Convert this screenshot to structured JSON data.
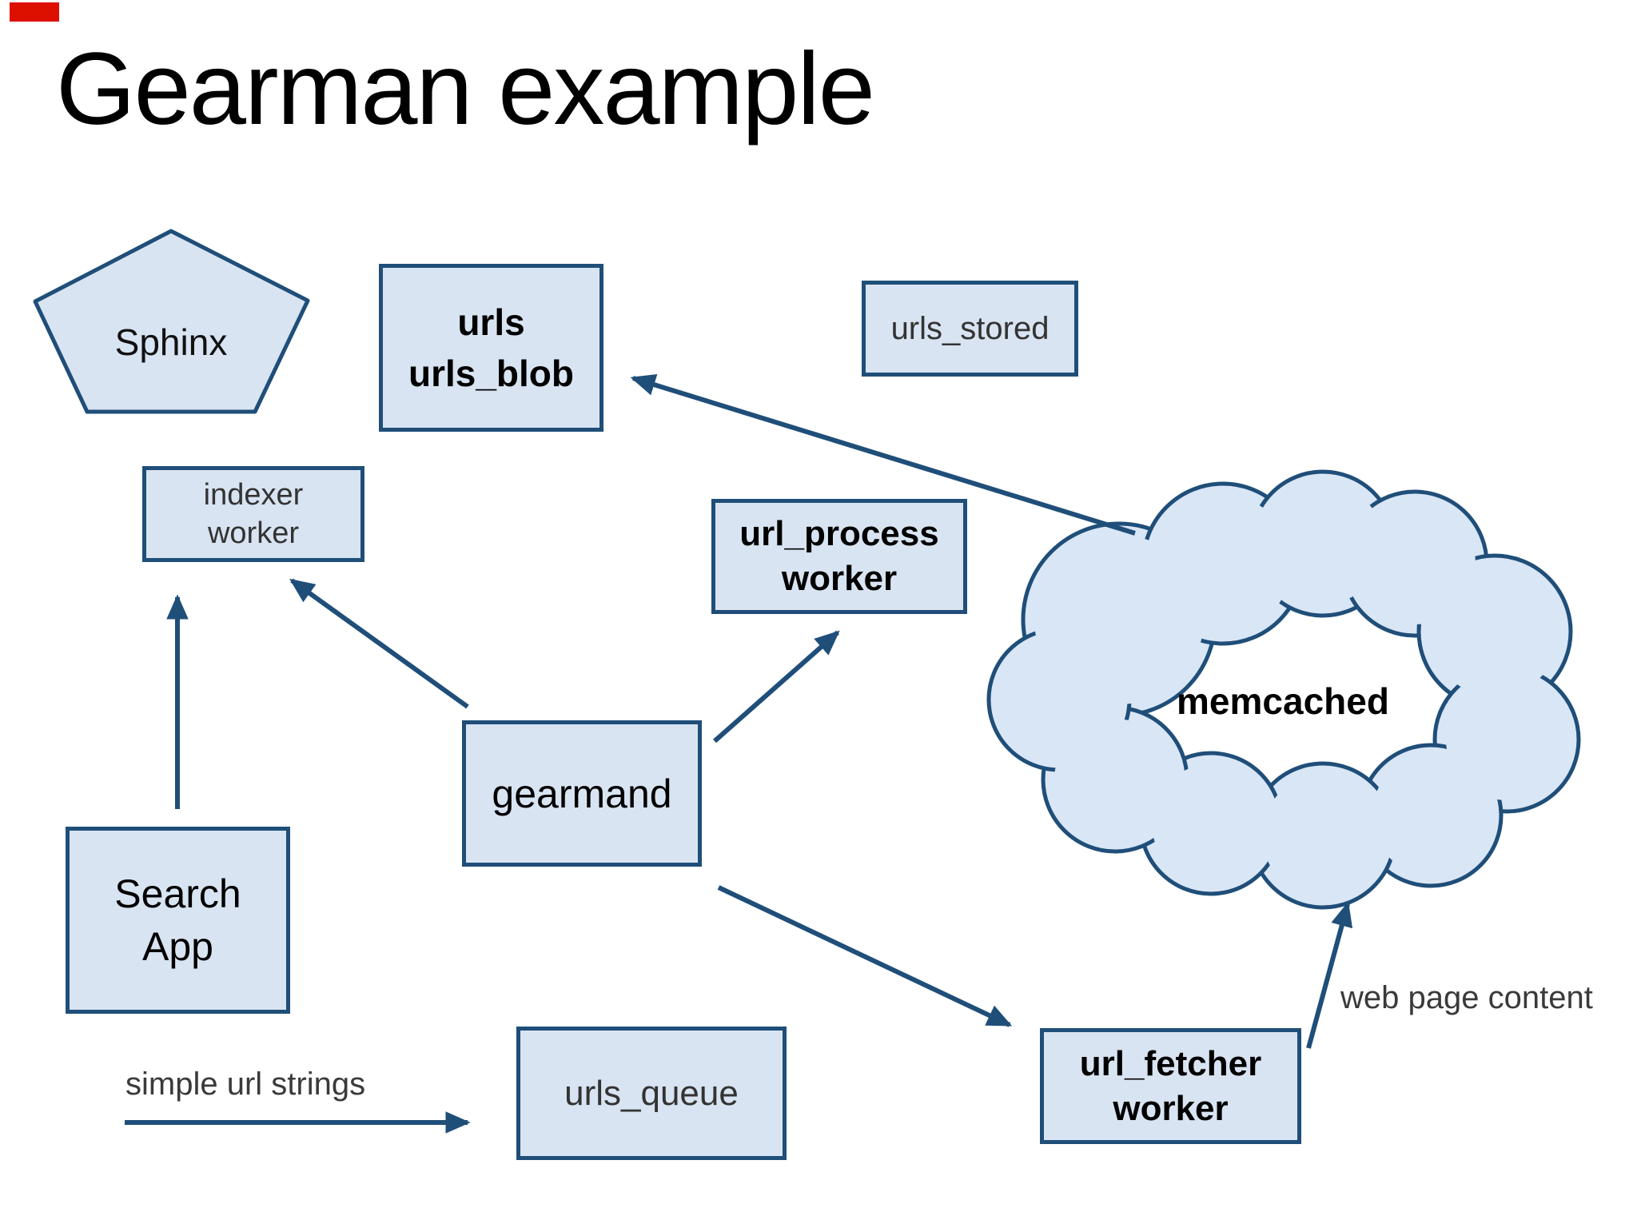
{
  "slide": {
    "title": "Gearman example"
  },
  "indicator": {
    "name": "recording-indicator",
    "color": "#dd1000"
  },
  "colors": {
    "background": "#ffffff",
    "shape_fill": "#d9e4f2",
    "cloud_fill": "#d9e6f6",
    "shape_border": "#1f4e79",
    "arrow": "#1f4e79",
    "black_text": "#000000",
    "gray_text": "#333333"
  },
  "nodes": {
    "sphinx": {
      "label": "Sphinx",
      "shape": "pentagon"
    },
    "urls_blob": {
      "line1": "urls",
      "line2": "urls_blob",
      "shape": "rect"
    },
    "urls_stored": {
      "label": "urls_stored",
      "shape": "rect"
    },
    "indexer_worker": {
      "line1": "indexer",
      "line2": "worker",
      "shape": "rect"
    },
    "url_process_worker": {
      "line1": "url_process",
      "line2": "worker",
      "shape": "rect"
    },
    "memcached": {
      "label": "memcached",
      "shape": "cloud"
    },
    "gearmand": {
      "label": "gearmand",
      "shape": "rect"
    },
    "search_app": {
      "line1": "Search",
      "line2": "App",
      "shape": "rect"
    },
    "urls_queue": {
      "label": "urls_queue",
      "shape": "rect"
    },
    "url_fetcher_worker": {
      "line1": "url_fetcher",
      "line2": "worker",
      "shape": "rect"
    }
  },
  "edge_labels": {
    "simple_url_strings": "simple url strings",
    "web_page_content": "web page content"
  },
  "edges": [
    {
      "from": "memcached",
      "to": "urls_blob"
    },
    {
      "from": "gearmand",
      "to": "indexer_worker"
    },
    {
      "from": "search_app",
      "to": "indexer_worker"
    },
    {
      "from": "gearmand",
      "to": "url_process_worker"
    },
    {
      "from": "gearmand",
      "to": "url_fetcher_worker"
    },
    {
      "from": "url_fetcher_worker",
      "to": "memcached"
    },
    {
      "from": "simple_url_strings",
      "to": "urls_queue"
    }
  ]
}
